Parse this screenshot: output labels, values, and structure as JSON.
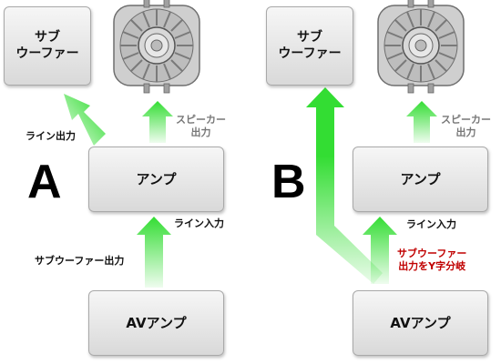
{
  "colors": {
    "arrow_green": "#33dd33",
    "box_border": "#a9a9a9",
    "speaker_gray": "#8a8a8a",
    "red_note": "#c00000"
  },
  "diagram_a": {
    "letter": "A",
    "subwoofer": "サブ\nウーファー",
    "amp": "アンプ",
    "av_amp": "AVアンプ",
    "label_line_out": "ライン出力",
    "label_speaker_out": "スピーカー\n出力",
    "label_line_in": "ライン入力",
    "label_sub_out": "サブウーファー出力"
  },
  "diagram_b": {
    "letter": "B",
    "subwoofer": "サブ\nウーファー",
    "amp": "アンプ",
    "av_amp": "AVアンプ",
    "label_speaker_out": "スピーカー\n出力",
    "label_line_in": "ライン入力",
    "label_y_split": "サブウーファー\n出力をY字分岐"
  },
  "icons": [
    "speaker-icon-a",
    "speaker-icon-b"
  ]
}
